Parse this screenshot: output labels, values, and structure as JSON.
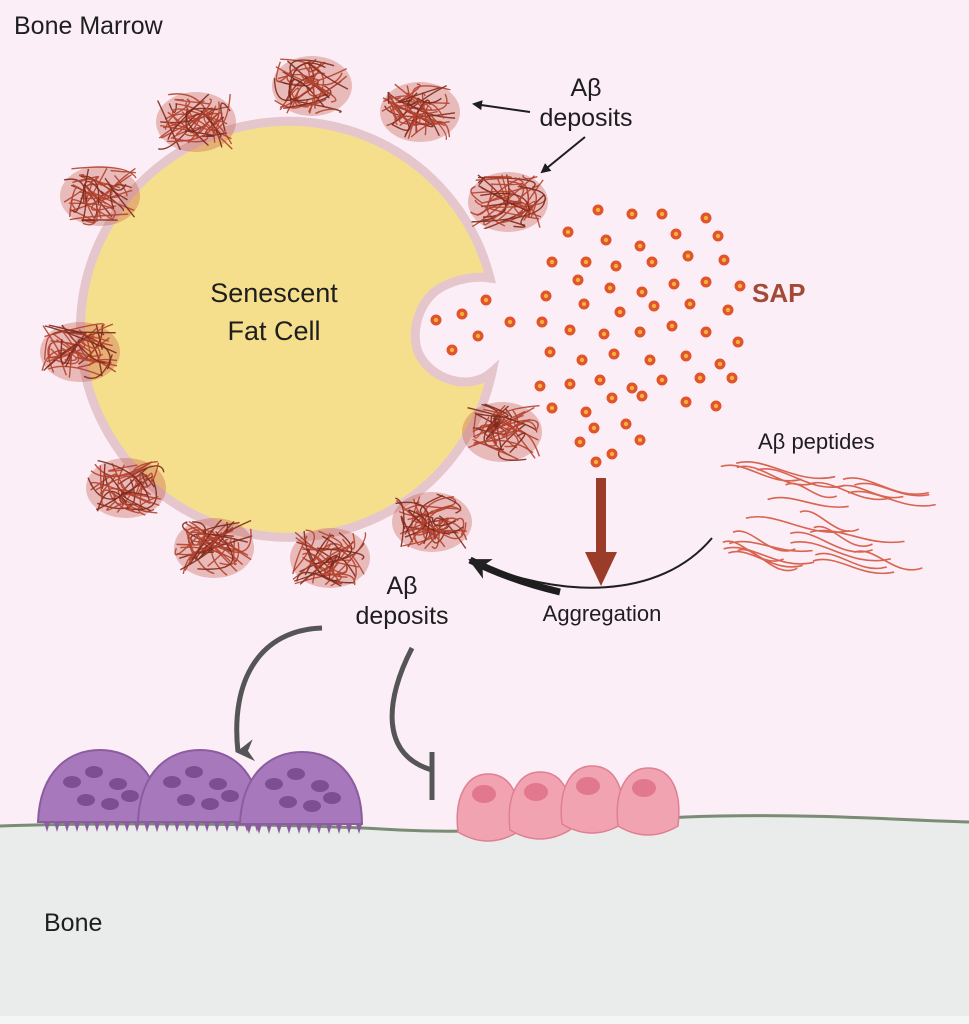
{
  "labels": {
    "region_top": "Bone Marrow",
    "region_bottom": "Bone",
    "cell_line1": "Senescent",
    "cell_line2": "Fat Cell",
    "deposits_top_line1": "Aβ",
    "deposits_top_line2": "deposits",
    "deposits_mid_line1": "Aβ",
    "deposits_mid_line2": "deposits",
    "sap": "SAP",
    "peptides": "Aβ peptides",
    "aggregation": "Aggregation"
  },
  "colors": {
    "marrow_bg": "#fbeef7",
    "bone_bg": "#e9ecea",
    "cell_fill": "#f5df8d",
    "cell_membrane": "#e4c6cc",
    "deposit": "#b4432f",
    "sap_dot": "#e0542e",
    "sap_dot_core": "#f4b23b",
    "sap_text": "#a24a36",
    "aggregation_arrow": "#9b3c2a",
    "peptide": "#d9644f",
    "osteoclast": "#a878bd",
    "osteoblast": "#f1a3b1"
  },
  "icons": [
    "amyloid-deposit-icon",
    "sap-particle-icon",
    "osteoclast-icon",
    "osteoblast-icon",
    "inhibition-arrow-icon"
  ]
}
